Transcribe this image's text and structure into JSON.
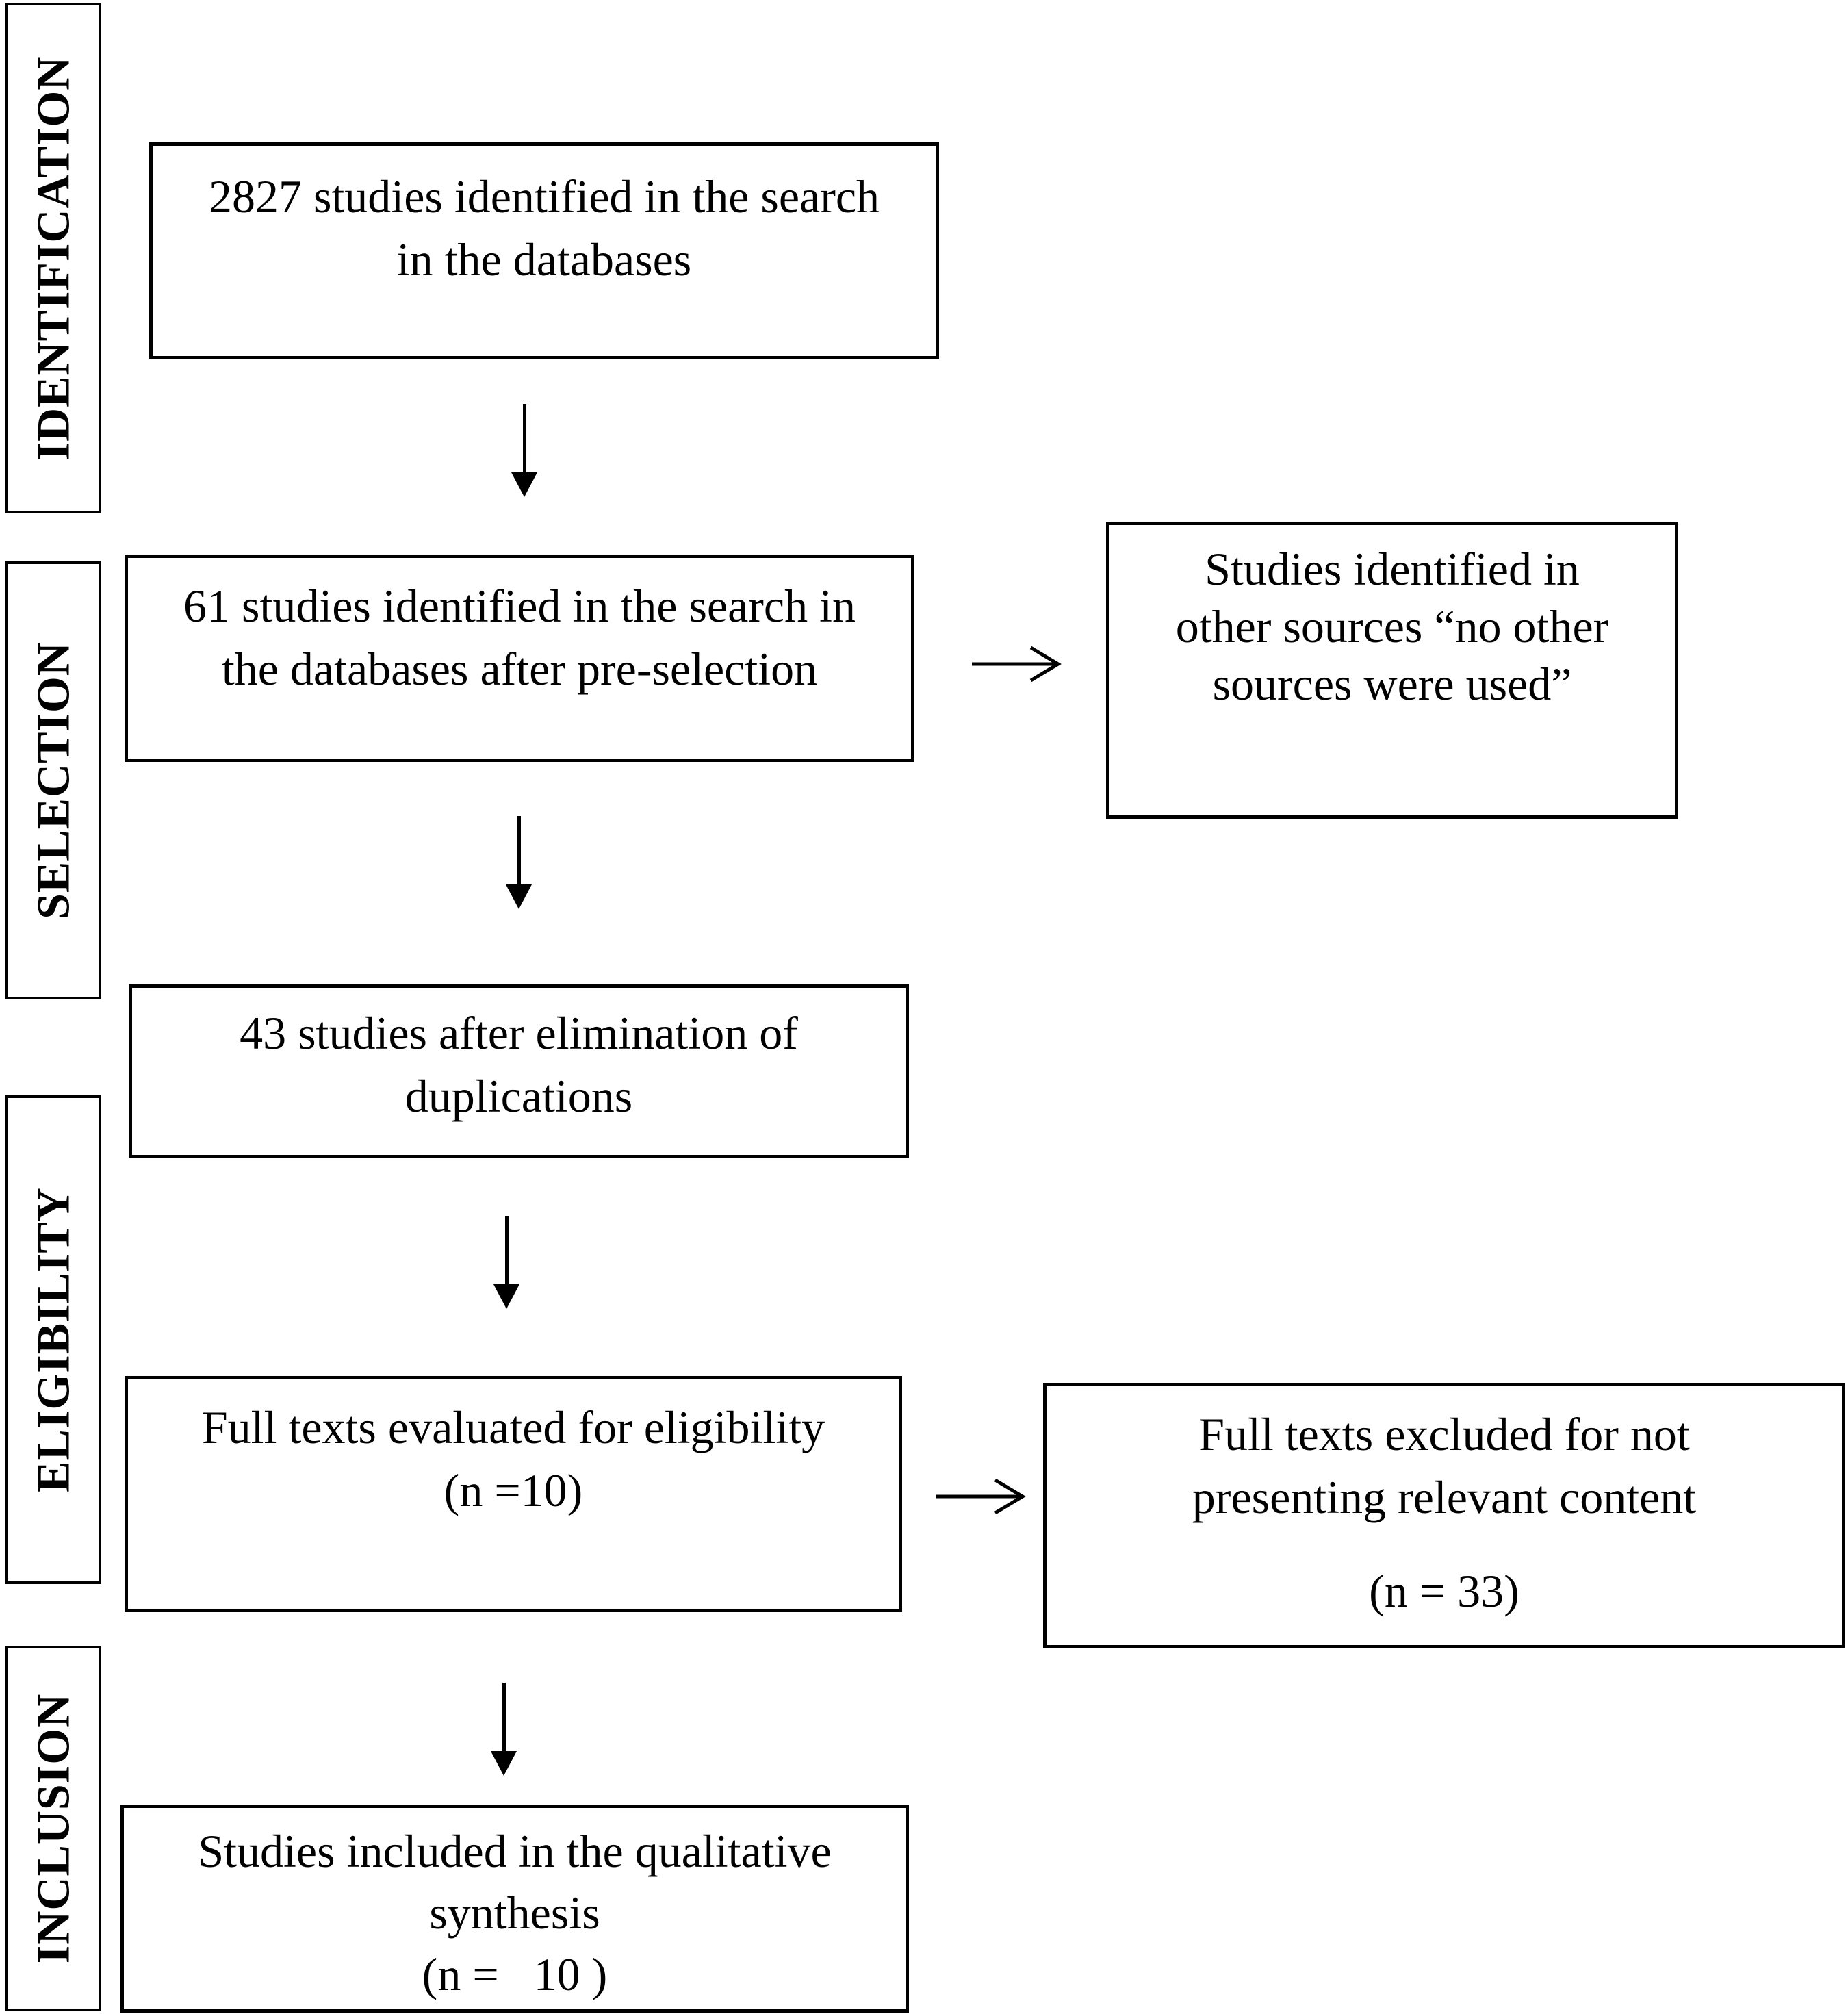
{
  "phases": {
    "identification": "IDENTIFICATION",
    "selection": "SELECTION",
    "eligibility": "ELIGIBILITY",
    "inclusion": "INCLUSION"
  },
  "boxes": {
    "identified": {
      "line1": "2827 studies identified in the search",
      "line2": "in the databases"
    },
    "preselection": {
      "line1": "61 studies identified in the search in",
      "line2": "the databases after pre-selection"
    },
    "other_sources": {
      "line1": "Studies identified in",
      "line2": "other sources “no other",
      "line3": "sources were used”"
    },
    "deduplicated": {
      "line1": "43 studies after elimination of",
      "line2": "duplications"
    },
    "full_texts": {
      "line1": "Full texts evaluated for eligibility",
      "line2": "(n =10)"
    },
    "excluded": {
      "line1": "Full texts excluded for not",
      "line2": "presenting relevant content",
      "line3": "(n = 33)"
    },
    "included": {
      "line1": "Studies included in the qualitative",
      "line2": "synthesis",
      "line3": "(n =   10 )"
    }
  }
}
